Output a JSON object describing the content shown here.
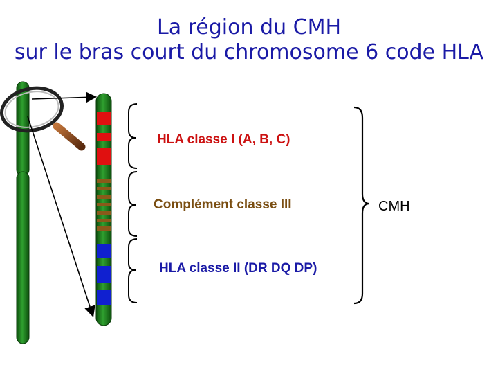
{
  "title": {
    "line1": "La région du CMH",
    "line2": "sur le bras court du chromosome 6 code HLA"
  },
  "labels": {
    "hla_class_1": "HLA classe I (A, B, C)",
    "complement_class_3": "Complément classe III",
    "hla_class_2": "HLA classe II (DR DQ DP)",
    "cmh": "CMH"
  },
  "colors": {
    "title": "#1a1aa6",
    "chromosome": "#1f8a1f",
    "class1_band": "#e01010",
    "class3_band": "#8a5a1a",
    "class2_band": "#1020d0",
    "magnifier_handle": "#8b4a1e"
  }
}
